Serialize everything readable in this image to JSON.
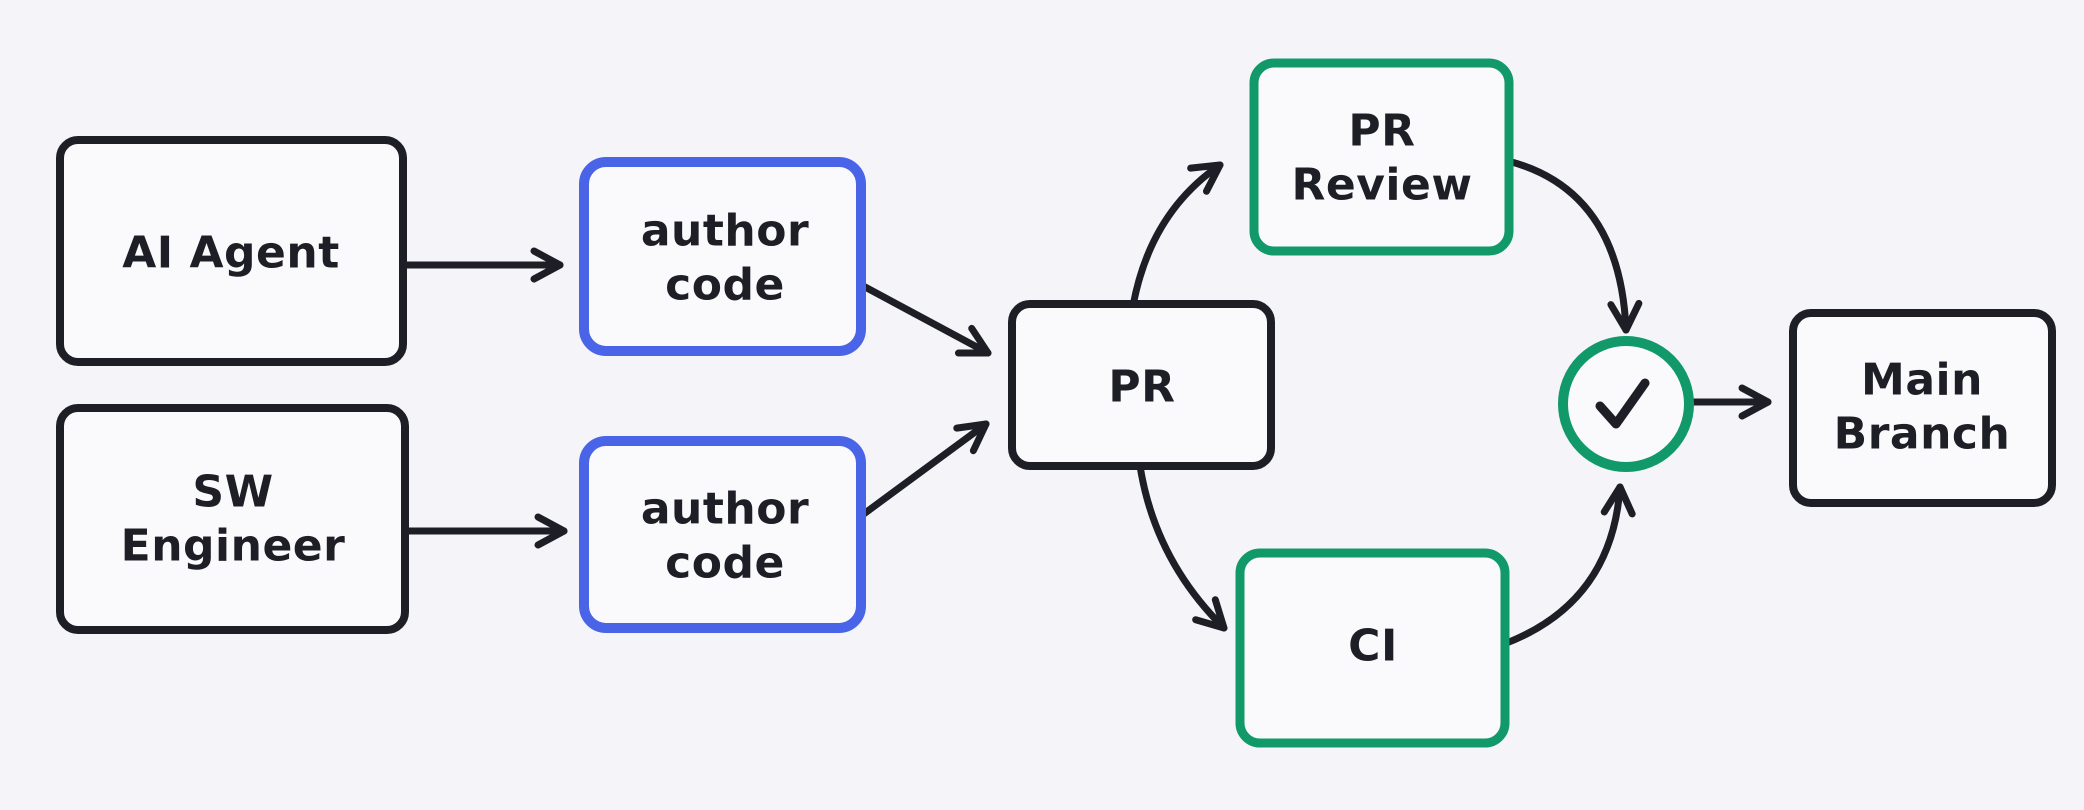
{
  "colors": {
    "background": "#f5f5f9",
    "ink": "#1e1e26",
    "accent_blue": "#4a64e8",
    "accent_green": "#12996a",
    "shape_fill": "#fafafd"
  },
  "nodes": {
    "ai_agent": {
      "lines": [
        "AI Agent"
      ]
    },
    "author_code_top": {
      "lines": [
        "author",
        "code"
      ]
    },
    "sw_engineer": {
      "lines": [
        "SW",
        "Engineer"
      ]
    },
    "author_code_bottom": {
      "lines": [
        "author",
        "code"
      ]
    },
    "pr": {
      "lines": [
        "PR"
      ]
    },
    "pr_review": {
      "lines": [
        "PR",
        "Review"
      ]
    },
    "ci": {
      "lines": [
        "CI"
      ]
    },
    "main_branch": {
      "lines": [
        "Main",
        "Branch"
      ]
    },
    "approval": {
      "icon": "checkmark"
    }
  },
  "edges": [
    {
      "from": "AI Agent",
      "to": "author code (top)"
    },
    {
      "from": "SW Engineer",
      "to": "author code (bottom)"
    },
    {
      "from": "author code (top)",
      "to": "PR"
    },
    {
      "from": "author code (bottom)",
      "to": "PR"
    },
    {
      "from": "PR",
      "to": "PR Review"
    },
    {
      "from": "PR",
      "to": "CI"
    },
    {
      "from": "PR Review",
      "to": "approval checkmark"
    },
    {
      "from": "CI",
      "to": "approval checkmark"
    },
    {
      "from": "approval checkmark",
      "to": "Main Branch"
    }
  ]
}
